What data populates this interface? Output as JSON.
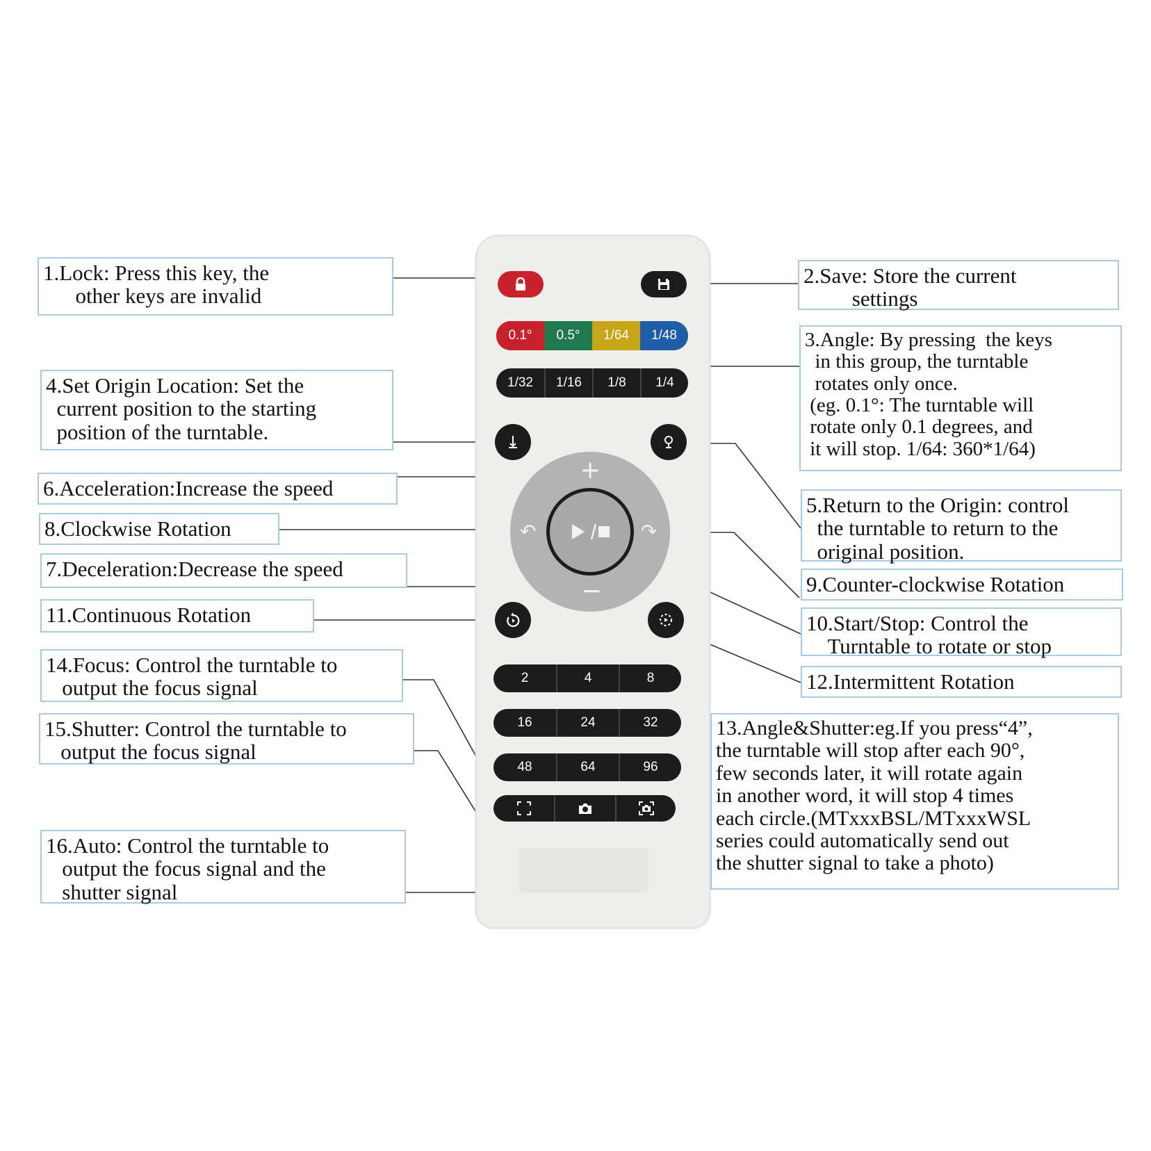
{
  "callouts": [
    {
      "lines": [
        "1.Lock: Press this key, the",
        "      other keys are invalid"
      ]
    },
    {
      "lines": [
        "2.Save: Store the current",
        "         settings"
      ]
    },
    {
      "lines": [
        "3.Angle: By pressing  the keys",
        "  in this group, the turntable",
        "  rotates only once.",
        " (eg. 0.1°: The turntable will",
        " rotate only 0.1 degrees, and",
        " it will stop. 1/64: 360*1/64)"
      ]
    },
    {
      "lines": [
        "4.Set Origin Location: Set the",
        "  current position to the starting",
        "  position of the turntable."
      ]
    },
    {
      "lines": [
        "5.Return to the Origin: control",
        "  the turntable to return to the",
        "  original position."
      ]
    },
    {
      "lines": [
        "6.Acceleration:Increase the speed"
      ]
    },
    {
      "lines": [
        "7.Deceleration:Decrease the speed"
      ]
    },
    {
      "lines": [
        "8.Clockwise Rotation"
      ]
    },
    {
      "lines": [
        "9.Counter-clockwise Rotation"
      ]
    },
    {
      "lines": [
        "10.Start/Stop: Control the",
        "    Turntable to rotate or stop"
      ]
    },
    {
      "lines": [
        "11.Continuous Rotation"
      ]
    },
    {
      "lines": [
        "12.Intermittent Rotation"
      ]
    },
    {
      "lines": [
        "13.Angle&Shutter:eg.If you press“4”,",
        "the turntable will stop after each 90°,",
        "few seconds later, it will rotate again",
        "in another word, it will stop 4 times",
        "each circle.(MTxxxBSL/MTxxxWSL",
        "series could automatically send out",
        "the shutter signal to take a photo)"
      ]
    },
    {
      "lines": [
        "14.Focus: Control the turntable to",
        "   output the focus signal"
      ]
    },
    {
      "lines": [
        "15.Shutter: Control the turntable to",
        "   output the focus signal"
      ]
    },
    {
      "lines": [
        "16.Auto: Control the turntable to",
        "   output the focus signal and the",
        "   shutter signal"
      ]
    }
  ],
  "remote": {
    "angle_keys_row1": [
      {
        "label": "0.1°",
        "color": "#c8232c"
      },
      {
        "label": "0.5°",
        "color": "#1e7a4e"
      },
      {
        "label": "1/64",
        "color": "#c8a418"
      },
      {
        "label": "1/48",
        "color": "#1e5ea8"
      }
    ],
    "angle_keys_row2": [
      "1/32",
      "1/16",
      "1/8",
      "1/4"
    ],
    "step_rows": [
      [
        "2",
        "4",
        "8"
      ],
      [
        "16",
        "24",
        "32"
      ],
      [
        "48",
        "64",
        "96"
      ]
    ],
    "lock_color": "#c8232c",
    "body_color": "#eeeeec",
    "key_color": "#1c1c1c",
    "dpad_color": "#b3b3b3",
    "icons": [
      "lock-icon",
      "save-icon",
      "set-origin-icon",
      "return-origin-icon",
      "plus-icon",
      "minus-icon",
      "clockwise-icon",
      "counter-clockwise-icon",
      "play-stop-icon",
      "continuous-rotation-icon",
      "intermittent-rotation-icon",
      "focus-icon",
      "shutter-icon",
      "auto-icon"
    ]
  }
}
